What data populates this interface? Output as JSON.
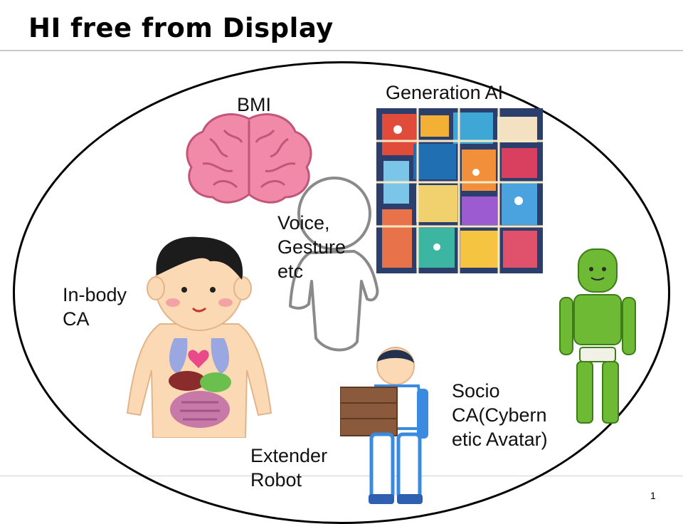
{
  "slide": {
    "title": "HI free from Display",
    "page_number": "1"
  },
  "labels": {
    "bmi": "BMI",
    "generation_ai": "Generation AI",
    "voice_gesture": "Voice,\nGesture\netc",
    "in_body_ca": "In-body\nCA",
    "socio_ca": "Socio\nCA(Cybern\netic Avatar)",
    "extender_robot": "Extender\nRobot"
  },
  "illustrations": [
    {
      "name": "brain-icon",
      "depicts": "pink brain"
    },
    {
      "name": "ai-artwork-image",
      "depicts": "colorful circuit board artwork"
    },
    {
      "name": "person-outline-icon",
      "depicts": "white human outline"
    },
    {
      "name": "boy-anatomy-icon",
      "depicts": "boy with visible internal organs"
    },
    {
      "name": "exoskeleton-worker-icon",
      "depicts": "man in exoskeleton carrying box"
    },
    {
      "name": "green-robot-icon",
      "depicts": "green humanoid robot"
    }
  ],
  "colors": {
    "ellipse": "#000000",
    "brain": "#f08aa8",
    "robot": "#6fba35",
    "skin": "#fbd9b5",
    "exoskeleton": "#3a8be0"
  }
}
